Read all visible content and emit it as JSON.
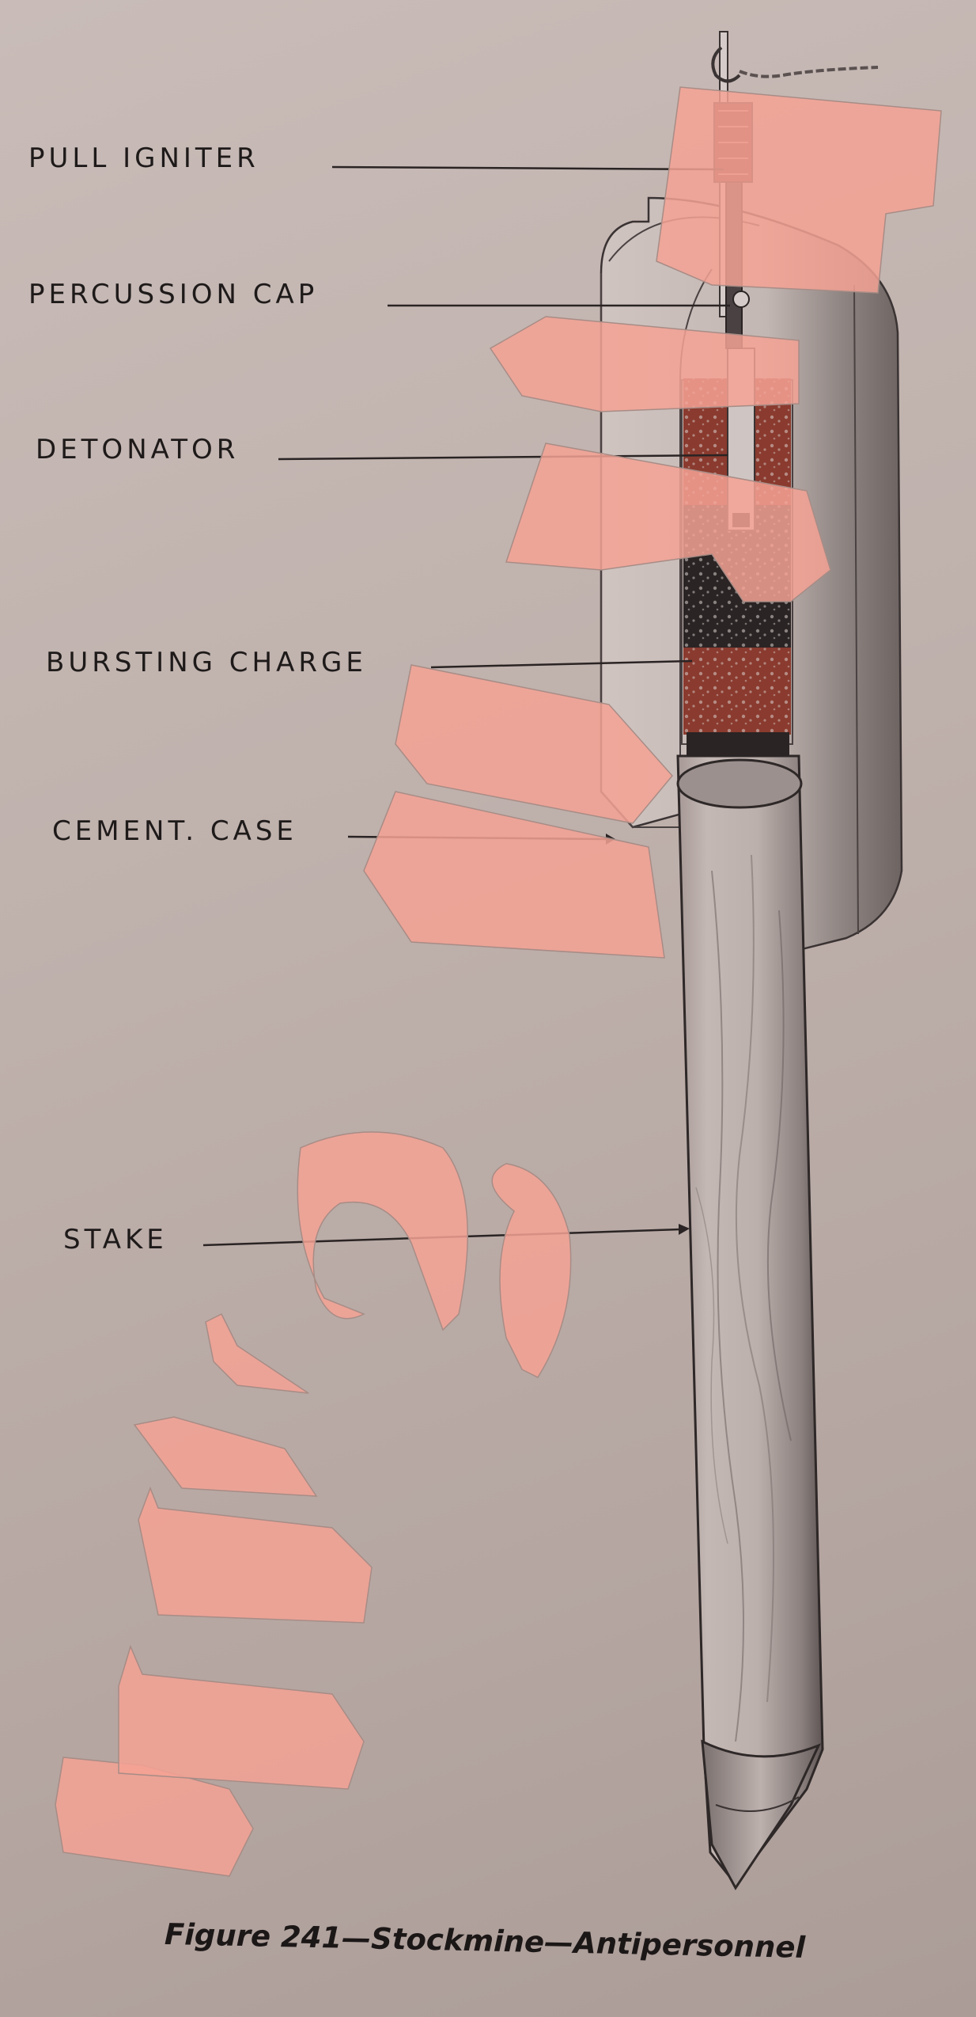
{
  "figure": {
    "caption": "Figure 241—Stockmine—Antipersonnel",
    "number": "241",
    "subject": "Stockmine",
    "type": "Antipersonnel"
  },
  "labels": [
    {
      "id": "pull-igniter",
      "text": "PULL IGNITER"
    },
    {
      "id": "percussion-cap",
      "text": "PERCUSSION CAP"
    },
    {
      "id": "detonator",
      "text": "DETONATOR"
    },
    {
      "id": "bursting-charge",
      "text": "BURSTING CHARGE"
    },
    {
      "id": "cement-case",
      "text": "CEMENT. CASE"
    },
    {
      "id": "stake",
      "text": "STAKE"
    }
  ],
  "watermark": {
    "text": "WW2DB",
    "color": "#f4a294"
  },
  "colors": {
    "paper": "#c2b5b0",
    "ink": "#1e1a1a",
    "charge_red": "#8a3a2e",
    "charge_dark": "#2a2424",
    "wood": "#b8aaa6"
  }
}
